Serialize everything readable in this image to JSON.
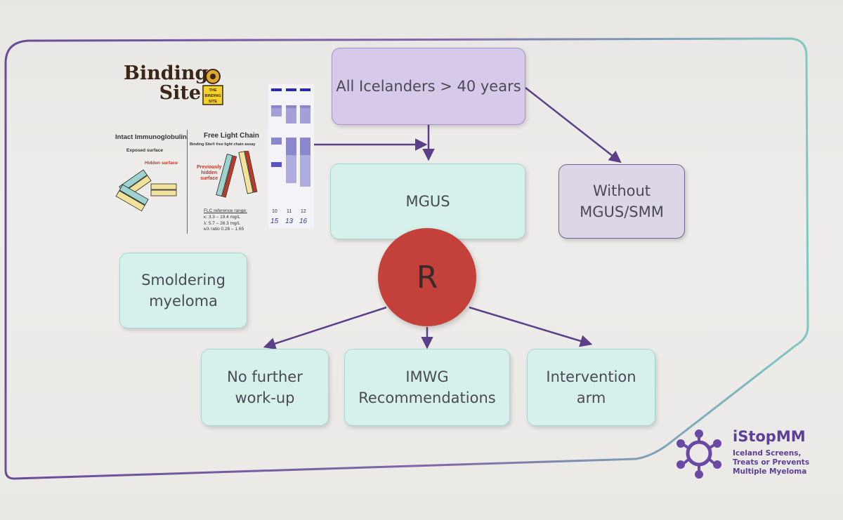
{
  "diagram": {
    "top_box": "All Icelanders > 40 years",
    "mgus_box": "MGUS",
    "without_box": [
      "Without",
      "MGUS/SMM"
    ],
    "smoldering_box": [
      "Smoldering",
      "myeloma"
    ],
    "randomization": "R",
    "arms": [
      {
        "lines": [
          "No further",
          "work-up"
        ]
      },
      {
        "lines": [
          "IMWG",
          "Recommendations"
        ]
      },
      {
        "lines": [
          "Intervention",
          "arm"
        ]
      }
    ]
  },
  "binding_site": {
    "logo_lines": [
      "Binding",
      "Site"
    ],
    "badge_lines": [
      "THE",
      "BINDING",
      "SITE"
    ],
    "intact_heading": "Intact Immunoglobulin",
    "flc_heading": "Free Light Chain",
    "flc_sub": "Binding Site® free light chain assay",
    "exposed": "Exposed surface",
    "hidden": "Hidden surface",
    "previously": [
      "Previously",
      "hidden",
      "surface"
    ],
    "ref_title": "FLC reference range:",
    "ref_lines": [
      "κ: 3.3 – 19.4 mg/L",
      "λ: 5.7 – 26.3 mg/L",
      "κ/λ ratio 0.26 – 1.65"
    ],
    "gel_numbers": [
      "10",
      "11",
      "12"
    ],
    "gel_handwritten": [
      "15",
      "13",
      "16"
    ]
  },
  "logo": {
    "title": "iStopMM",
    "tagline": [
      "Iceland Screens,",
      "Treats or Prevents",
      "Multiple Myeloma"
    ]
  },
  "colors": {
    "teal_box": "#d6f1ec",
    "lavender_box": "#d7c9ea",
    "random_circle": "#c3413a",
    "arrow": "#5c3f8a",
    "frame_purple": "#6a4b9a",
    "frame_teal": "#7fc9c2"
  }
}
